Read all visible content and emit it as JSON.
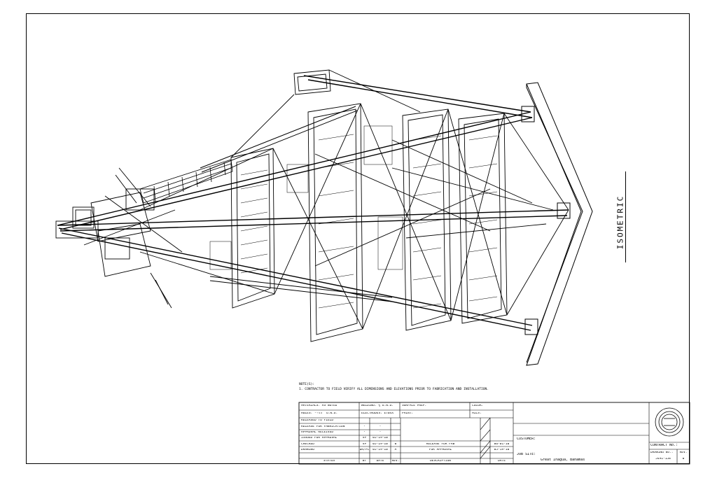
{
  "notes": {
    "header": "NOTE(S):",
    "line1": "1.  CONTRACTOR TO FIELD VERIFY ALL DIMENSIONS AND ELEVATIONS PRIOR TO FABRICATION AND INSTALLATION."
  },
  "view_label": "ISOMETRIC",
  "title_block": {
    "materials": "MATERIALS:  AS NOTED",
    "holes": "HOLES:  ¹³⁄₁₆\" U.N.O.",
    "welding": "WELDING:  ¼ U.N.O.",
    "electrodes": "ELECTRODES:  E70XX",
    "surface_prep": "SURFACE PREP:",
    "paint": "PAINT:",
    "color": "COLOR:",
    "mils": "MILS:",
    "status_rows": [
      {
        "label": "RELEASED TO FIELD",
        "by": "",
        "date": ""
      },
      {
        "label": "RELEASE FOR FABRICATION",
        "by": "-",
        "date": "-"
      },
      {
        "label": "APPROVAL RECEIVED",
        "by": "-",
        "date": "-"
      },
      {
        "label": "ISSUED FOR APPROVAL",
        "by": "VP",
        "date": "05-19-10"
      },
      {
        "label": "CHECKED",
        "by": "VP",
        "date": "05-19-10"
      },
      {
        "label": "DRAWING",
        "by": "DR/PC",
        "date": "05-19-10"
      }
    ],
    "revisions": [
      {
        "rev": "0",
        "description": "RELEASE FOR FAB",
        "date": "06-01-10"
      },
      {
        "rev": "A",
        "description": "FOR APPROVAL",
        "date": "05-19-10"
      }
    ],
    "col_status": "STATUS",
    "col_by": "BY",
    "col_date": "DATE",
    "col_rev": "REV.",
    "col_description": "DESCRIPTION",
    "col_date2": "DATE",
    "customer_label": "CUSTOMER:",
    "job_site_label": "JOB SITE:",
    "job_site": "Great Inagua, Bahamas",
    "contract_label": "CONTRACT No.:",
    "drawing_no_label": "DRAWING No.:",
    "drawing_no": "5491-158",
    "rev_label": "REV.",
    "rev_value": "0"
  }
}
